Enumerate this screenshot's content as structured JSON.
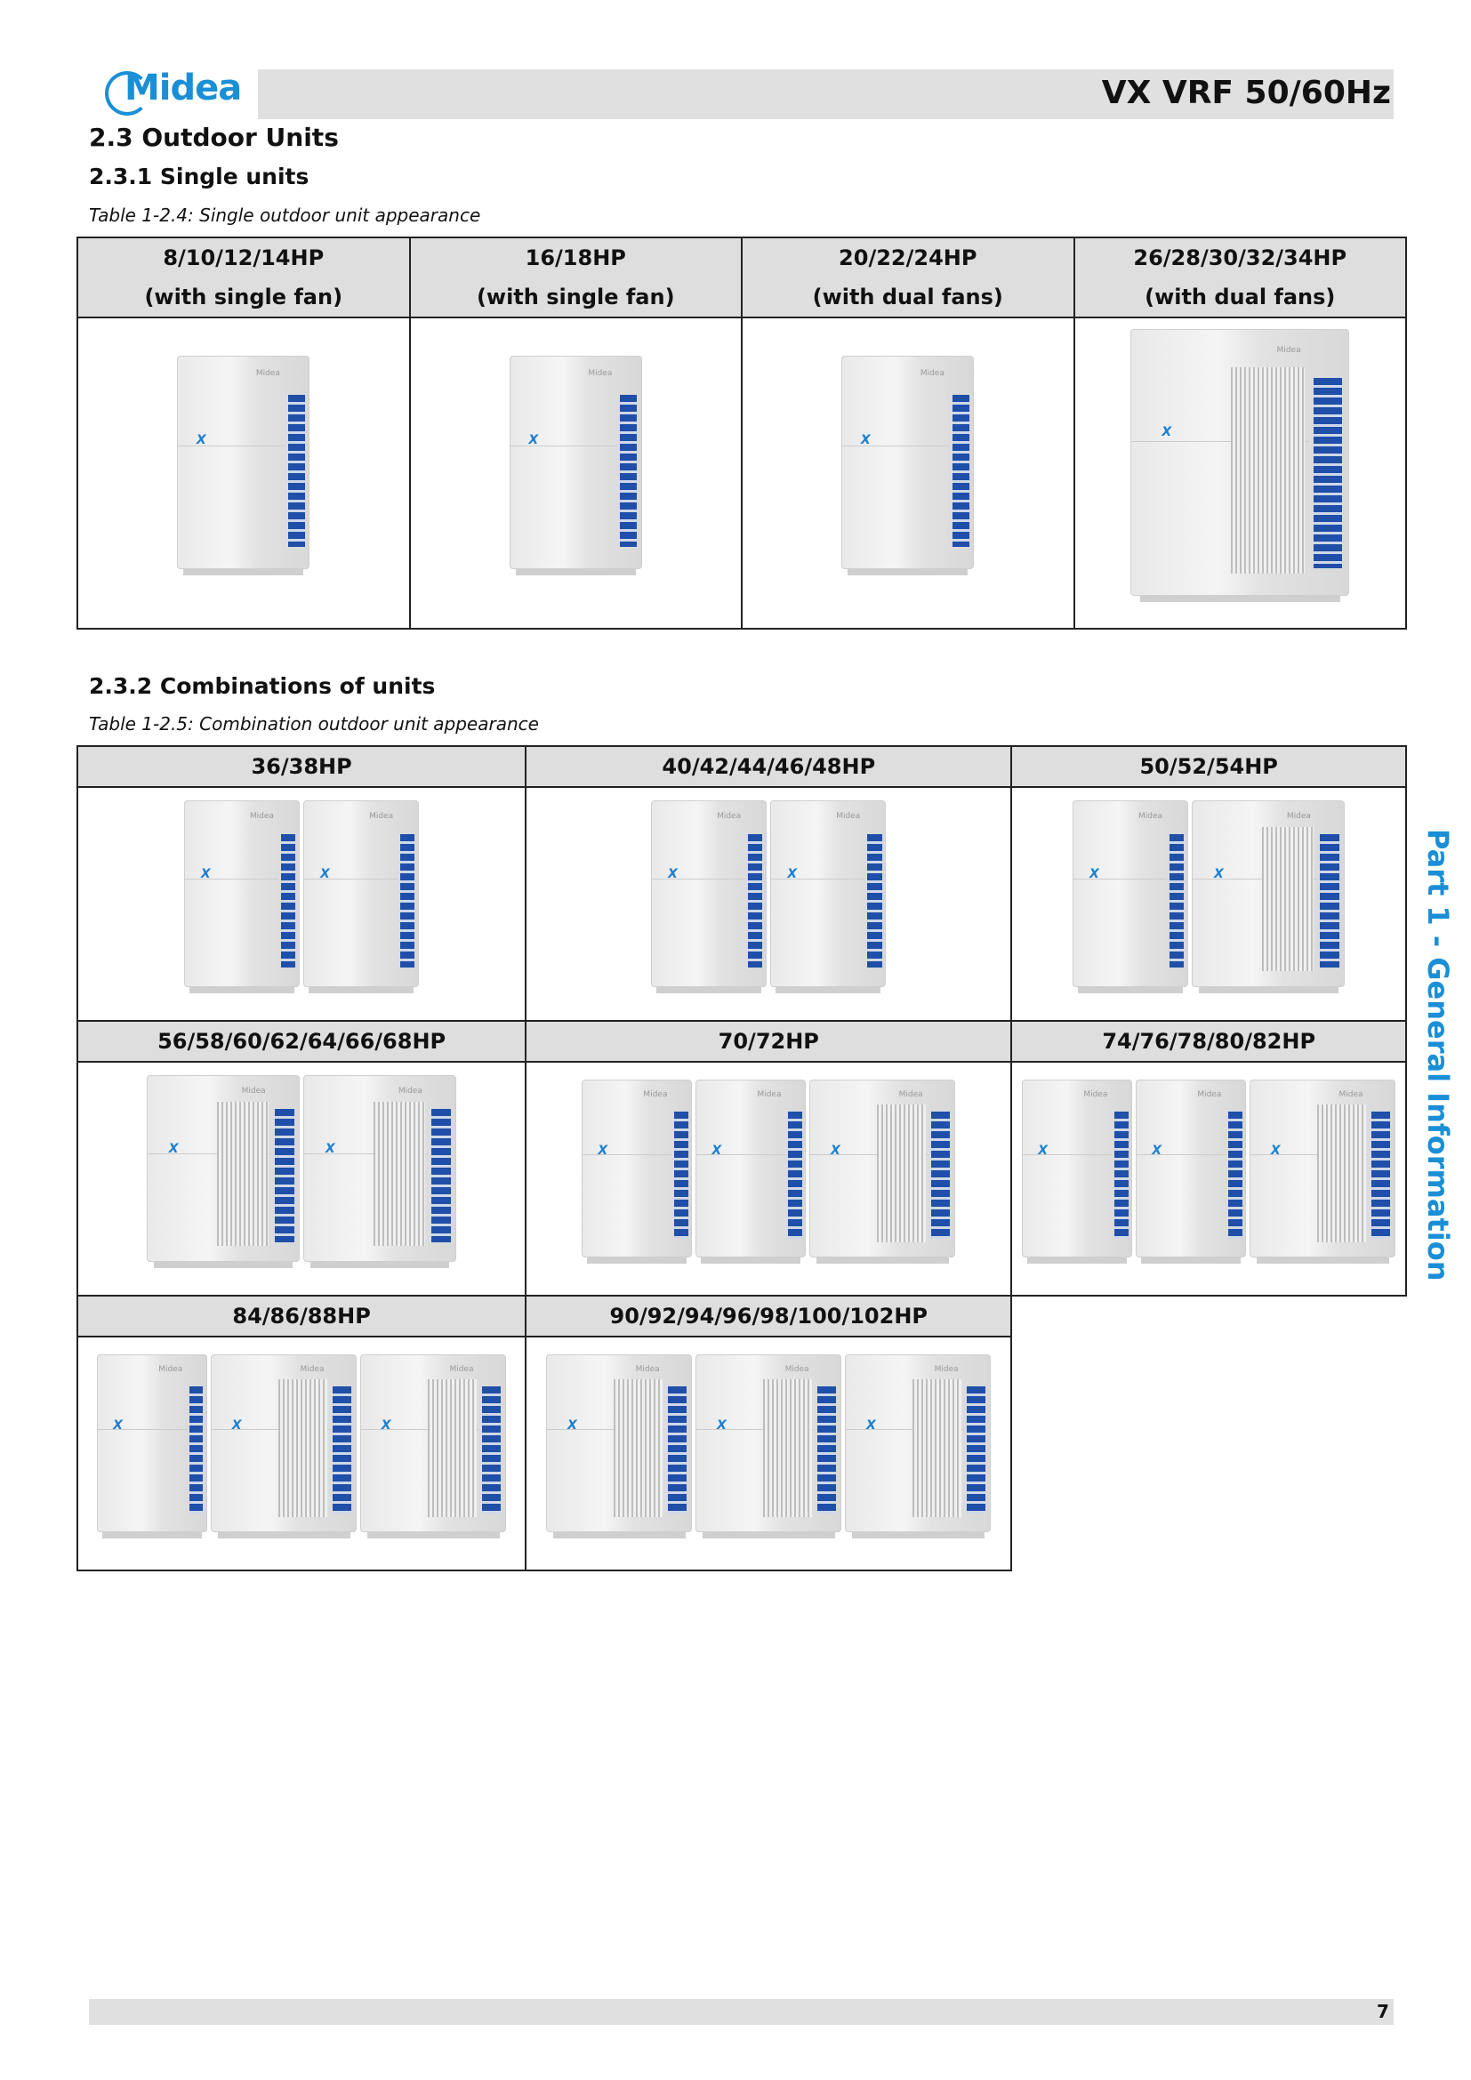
{
  "header": {
    "logo": "Midea",
    "title": "VX VRF 50/60Hz"
  },
  "section": {
    "title": "2.3 Outdoor Units"
  },
  "single": {
    "title": "2.3.1 Single units",
    "caption": "Table 1-2.4: Single outdoor unit appearance",
    "columns": [
      {
        "line1": "8/10/12/14HP",
        "line2": "(with single fan)",
        "units": [
          "single"
        ]
      },
      {
        "line1": "16/18HP",
        "line2": "(with single fan)",
        "units": [
          "single"
        ]
      },
      {
        "line1": "20/22/24HP",
        "line2": "(with dual fans)",
        "units": [
          "single"
        ]
      },
      {
        "line1": "26/28/30/32/34HP",
        "line2": "(with dual fans)",
        "units": [
          "dual"
        ]
      }
    ]
  },
  "combo": {
    "title": "2.3.2 Combinations of units",
    "caption": "Table 1-2.5: Combination outdoor unit appearance",
    "rows": [
      [
        {
          "label": "36/38HP",
          "units": [
            "single",
            "single"
          ]
        },
        {
          "label": "40/42/44/46/48HP",
          "units": [
            "single",
            "single"
          ]
        },
        {
          "label": "50/52/54HP",
          "units": [
            "single",
            "dual"
          ]
        }
      ],
      [
        {
          "label": "56/58/60/62/64/66/68HP",
          "units": [
            "dual",
            "dual"
          ]
        },
        {
          "label": "70/72HP",
          "units": [
            "single",
            "single",
            "dual"
          ]
        },
        {
          "label": "74/76/78/80/82HP",
          "units": [
            "single",
            "single",
            "dual"
          ]
        }
      ],
      [
        {
          "label": "84/86/88HP",
          "units": [
            "single",
            "dual",
            "dual"
          ]
        },
        {
          "label": "90/92/94/96/98/100/102HP",
          "units": [
            "dual",
            "dual",
            "dual"
          ]
        }
      ]
    ]
  },
  "side_label": "Part 1 - General Information",
  "footer": {
    "page": "7"
  }
}
